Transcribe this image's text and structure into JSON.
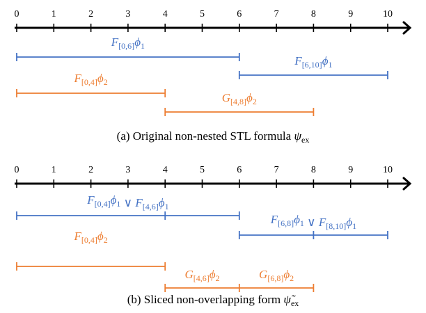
{
  "colors": {
    "blue": "#4472C4",
    "orange": "#ED7D31",
    "axis": "#000000"
  },
  "axis": {
    "min": 0,
    "max": 10,
    "tick_labels": [
      "0",
      "1",
      "2",
      "3",
      "4",
      "5",
      "6",
      "7",
      "8",
      "9",
      "10"
    ]
  },
  "panels": [
    {
      "id": "a",
      "caption": {
        "prefix": "(a) Original non-nested STL formula ",
        "symbol": "ψ",
        "tilde": false,
        "subscript": "ex"
      },
      "rows": [
        {
          "color": "blue",
          "segments": [
            0,
            6
          ],
          "label": [
            {
              "op": "F",
              "interval": "[0,6]",
              "prop": "ϕ",
              "index": "1"
            }
          ]
        },
        {
          "color": "blue",
          "segments": [
            6,
            10
          ],
          "label": [
            {
              "op": "F",
              "interval": "[6,10]",
              "prop": "ϕ",
              "index": "1"
            }
          ]
        },
        {
          "color": "orange",
          "segments": [
            0,
            4
          ],
          "label": [
            {
              "op": "F",
              "interval": "[0,4]",
              "prop": "ϕ",
              "index": "2"
            }
          ]
        },
        {
          "color": "orange",
          "segments": [
            4,
            8
          ],
          "label": [
            {
              "op": "G",
              "interval": "[4,8]",
              "prop": "ϕ",
              "index": "2"
            }
          ]
        }
      ]
    },
    {
      "id": "b",
      "caption": {
        "prefix": "(b) Sliced non-overlapping form ",
        "symbol": "ψ",
        "tilde": true,
        "subscript": "ex"
      },
      "rows": [
        {
          "color": "blue",
          "segments": [
            0,
            4,
            6
          ],
          "label": [
            {
              "op": "F",
              "interval": "[0,4]",
              "prop": "ϕ",
              "index": "1"
            },
            {
              "op": "F",
              "interval": "[4,6]",
              "prop": "ϕ",
              "index": "1"
            }
          ],
          "connector": "∨"
        },
        {
          "color": "blue",
          "segments": [
            6,
            8,
            10
          ],
          "label": [
            {
              "op": "F",
              "interval": "[6,8]",
              "prop": "ϕ",
              "index": "1"
            },
            {
              "op": "F",
              "interval": "[8,10]",
              "prop": "ϕ",
              "index": "1"
            }
          ],
          "connector": "∨"
        },
        {
          "color": "orange",
          "segments": [
            0,
            4
          ],
          "label": [
            {
              "op": "F",
              "interval": "[0,4]",
              "prop": "ϕ",
              "index": "2"
            }
          ]
        },
        {
          "color": "orange",
          "segments": [
            4,
            6,
            8
          ],
          "label": [
            {
              "op": "G",
              "interval": "[4,6]",
              "prop": "ϕ",
              "index": "2"
            },
            {
              "op": "G",
              "interval": "[6,8]",
              "prop": "ϕ",
              "index": "2"
            }
          ],
          "separate_labels": true
        }
      ]
    }
  ]
}
